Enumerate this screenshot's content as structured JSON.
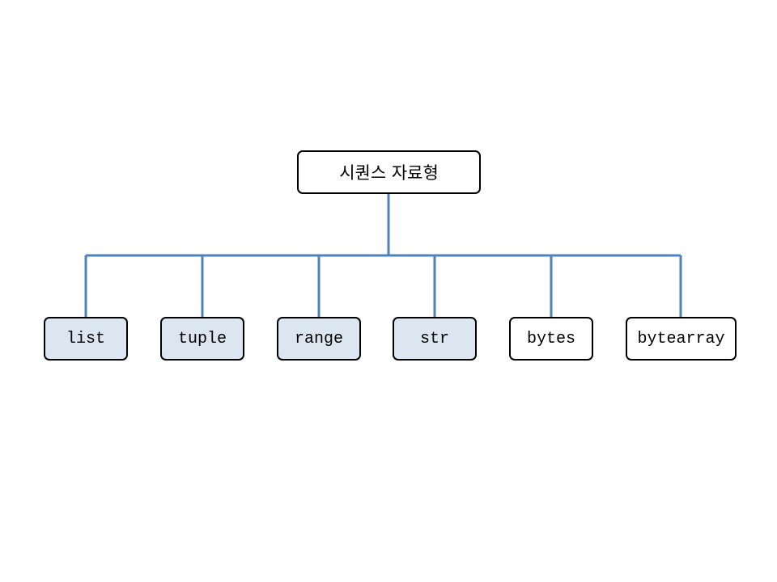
{
  "diagram": {
    "root": {
      "label": "시퀀스 자료형"
    },
    "children": [
      {
        "label": "list",
        "highlighted": true
      },
      {
        "label": "tuple",
        "highlighted": true
      },
      {
        "label": "range",
        "highlighted": true
      },
      {
        "label": "str",
        "highlighted": true
      },
      {
        "label": "bytes",
        "highlighted": false
      },
      {
        "label": "bytearray",
        "highlighted": false
      }
    ],
    "colors": {
      "connector": "#4f81bd",
      "highlight_fill": "#dce6f1",
      "plain_fill": "#ffffff",
      "border": "#000000"
    }
  }
}
